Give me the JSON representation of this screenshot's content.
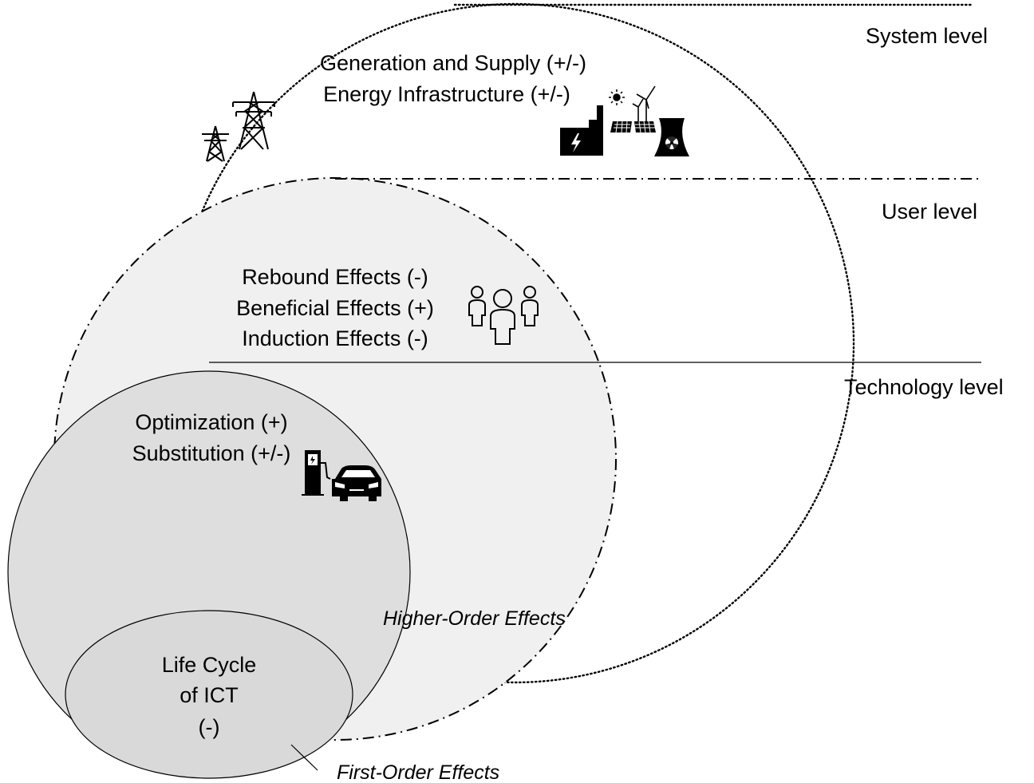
{
  "levels": {
    "system": "System level",
    "user": "User level",
    "technology": "Technology level"
  },
  "system_effects": {
    "line1": "Generation and Supply (+/-)",
    "line2": "Energy Infrastructure  (+/-)"
  },
  "user_effects": {
    "line1": "Rebound Effects (-)",
    "line2": "Beneficial Effects (+)",
    "line3": "Induction Effects (-)"
  },
  "technology_effects": {
    "line1": "Optimization (+)",
    "line2": "Substitution (+/-)"
  },
  "life_cycle": {
    "line1": "Life Cycle",
    "line2": "of ICT",
    "line3": "(-)"
  },
  "annotations": {
    "higher_order": "Higher-Order Effects",
    "first_order": "First-Order Effects"
  },
  "colors": {
    "outer_region_fill": "#ffffff",
    "user_region_fill": "#f0f0f0",
    "tech_region_fill": "#dedede",
    "life_cycle_fill": "#d9d9d9",
    "stroke": "#000000"
  },
  "icons": [
    "power-pylons-icon",
    "power-plant-icon",
    "sun-icon",
    "wind-turbines-icon",
    "solar-panels-icon",
    "nuclear-plant-icon",
    "people-group-icon",
    "charging-station-icon",
    "car-icon"
  ]
}
